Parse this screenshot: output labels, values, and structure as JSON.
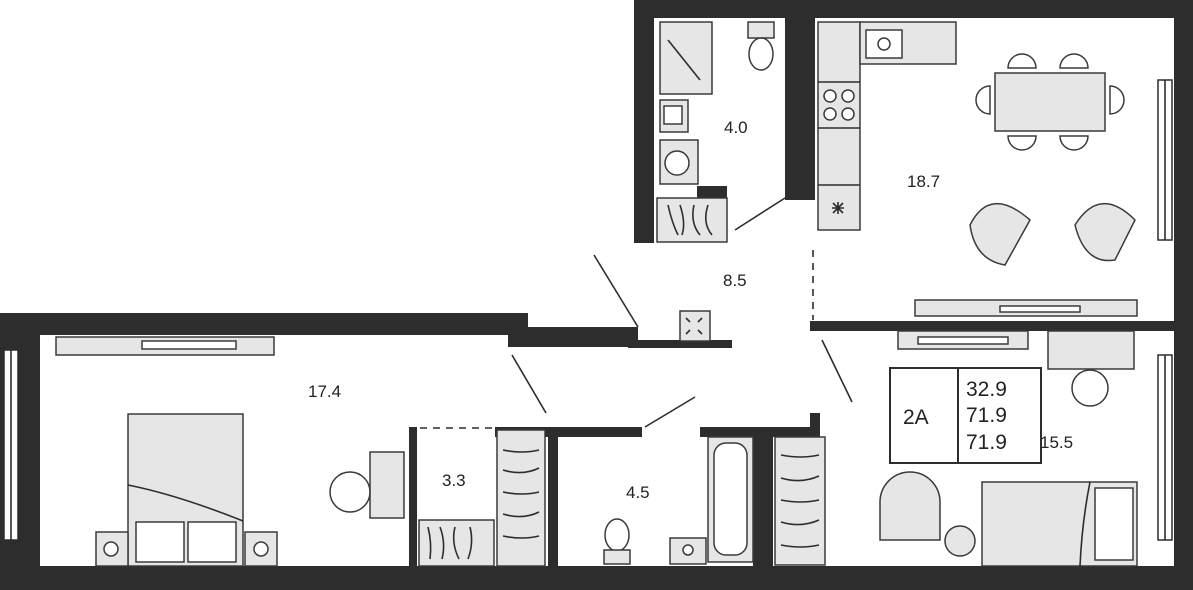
{
  "apartment": {
    "type_label": "2A",
    "areas": [
      "32.9",
      "71.9",
      "71.9"
    ]
  },
  "rooms": {
    "bathroom_top": "4.0",
    "living_kitchen": "18.7",
    "hallway": "8.5",
    "bedroom_left": "17.4",
    "wardrobe": "3.3",
    "bathroom_bottom": "4.5",
    "bedroom_right": "15.5"
  },
  "colors": {
    "wall": "#2d2d2d",
    "furniture_fill": "#e6e6e6",
    "background": "#ffffff"
  }
}
